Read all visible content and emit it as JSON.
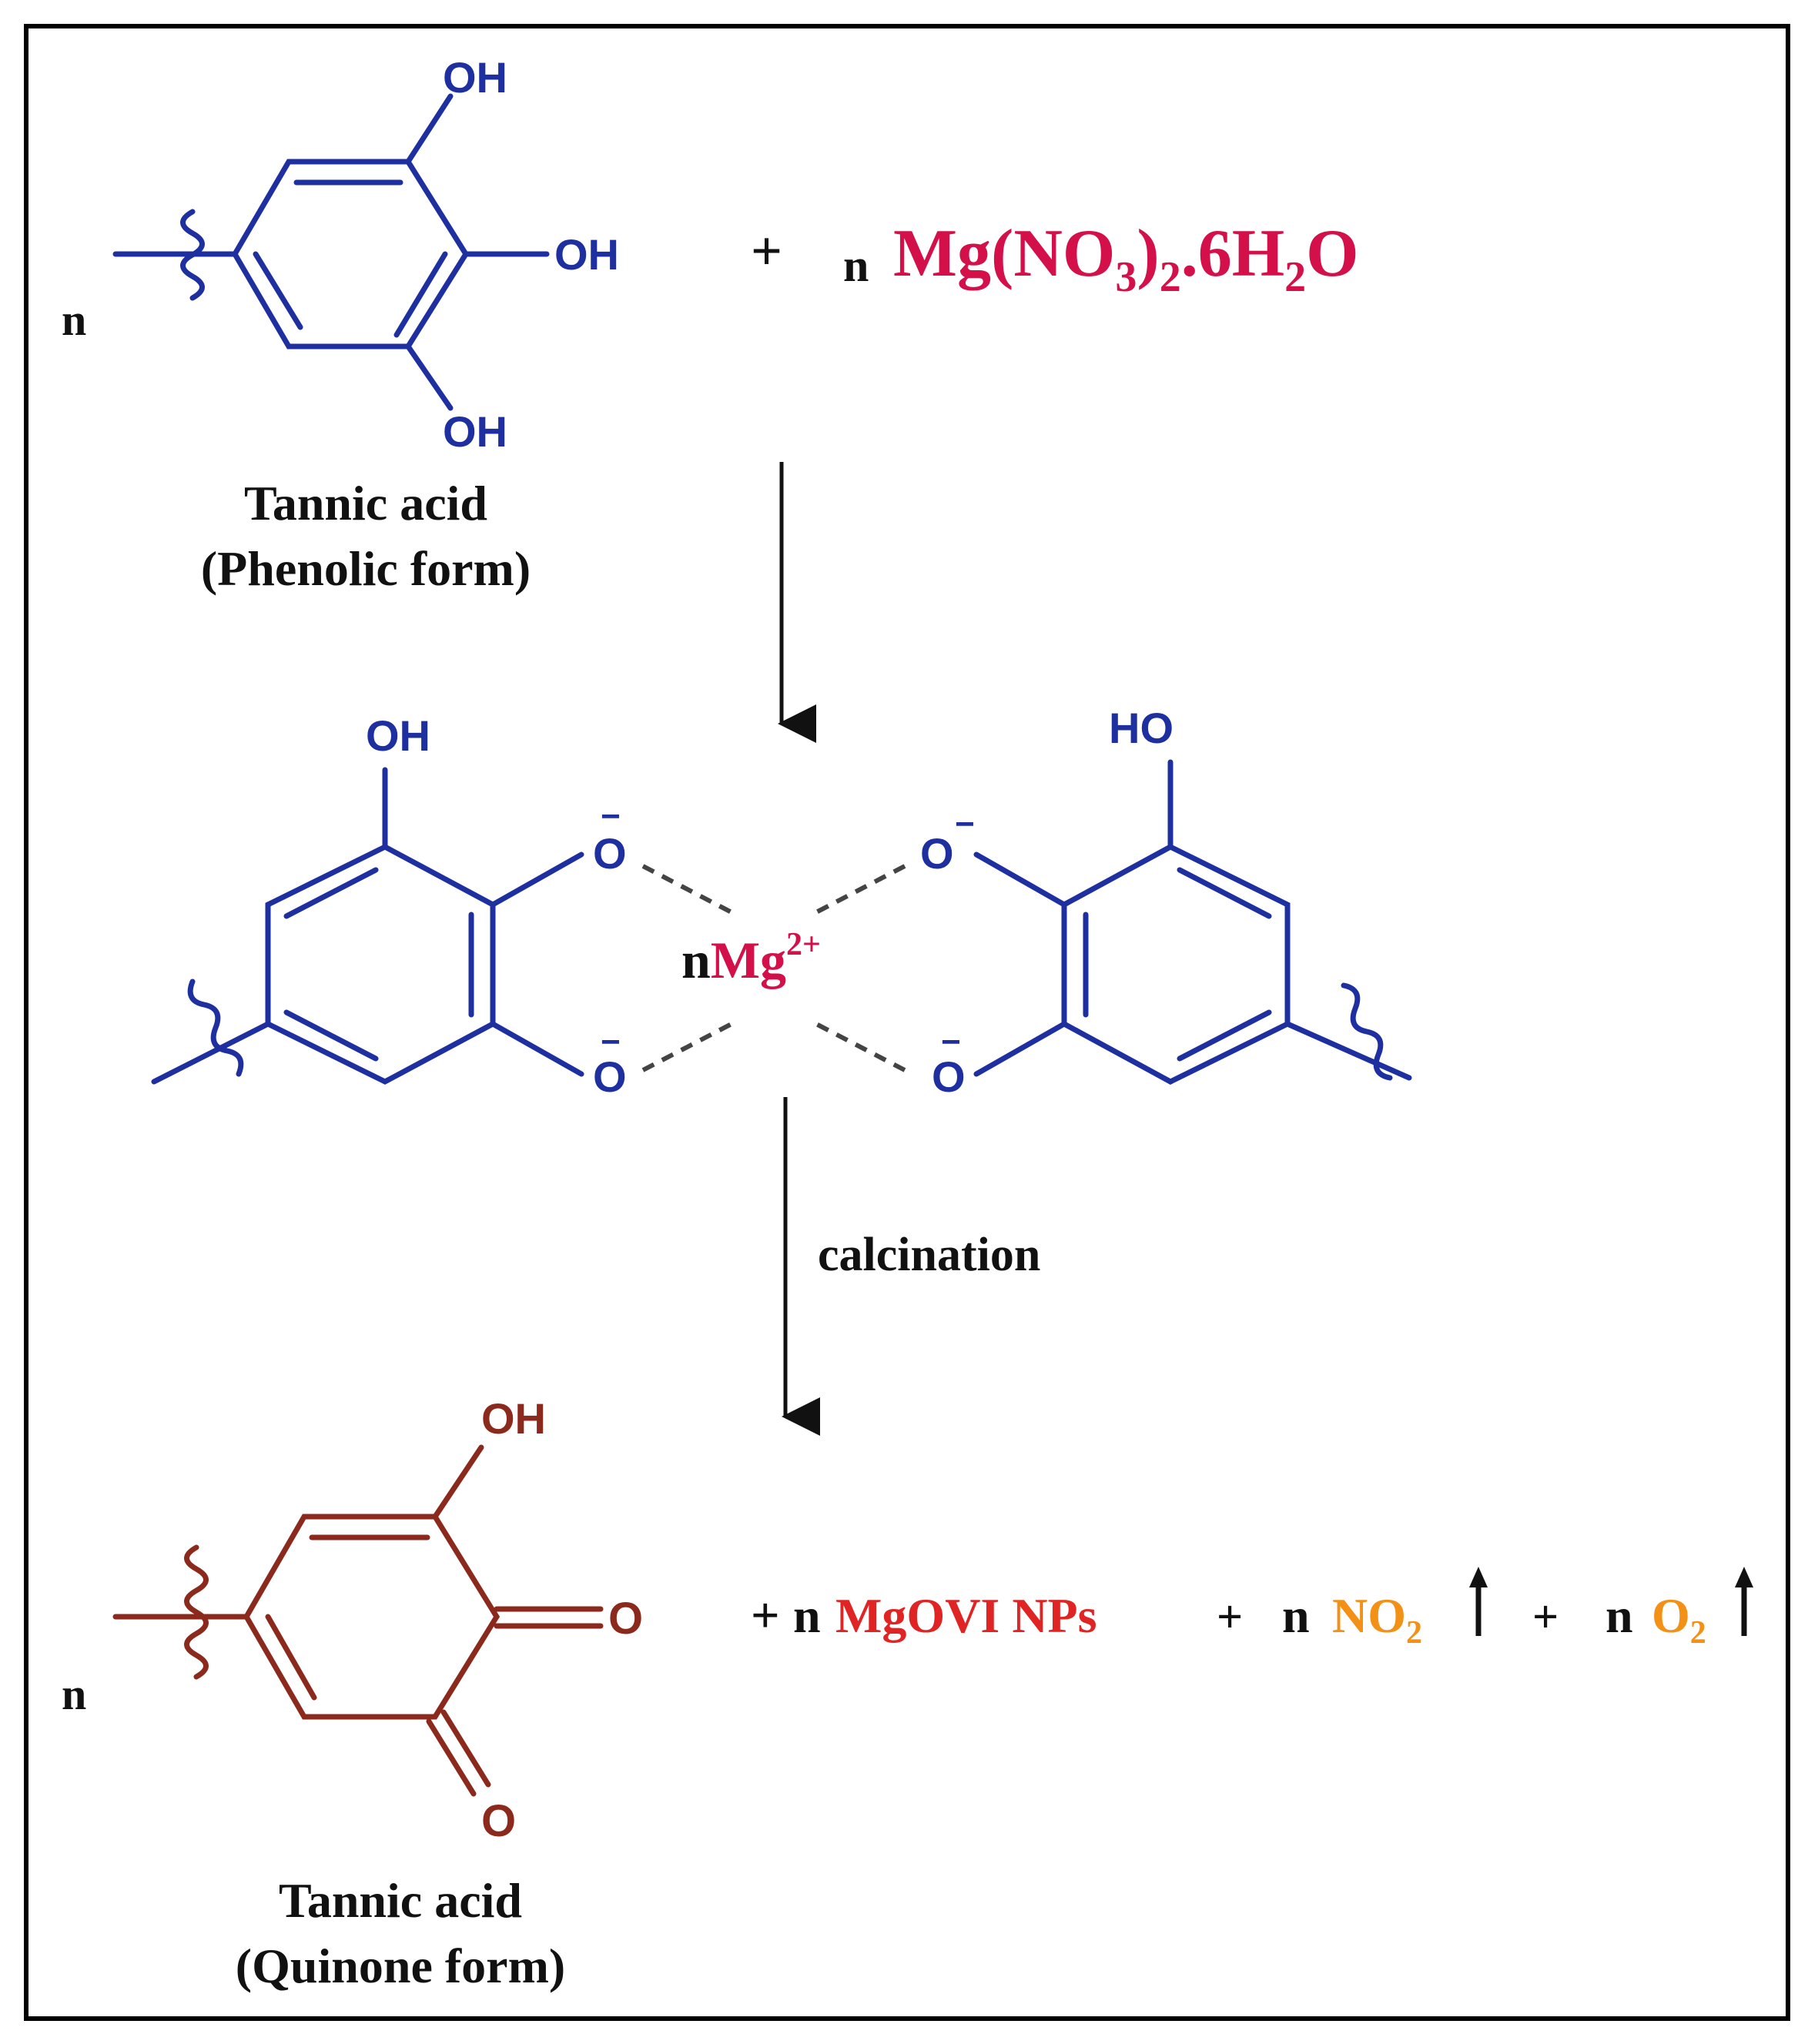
{
  "colors": {
    "frame": "#000000",
    "blue": "#1e2fa0",
    "brown": "#8b2a1c",
    "magenta": "#d4104a",
    "red": "#e02424",
    "orange": "#f39016",
    "black": "#111111"
  },
  "reactants": {
    "tannic_acid_phenolic": {
      "coefficient": "n",
      "groups": {
        "oh_top": "OH",
        "oh_right": "OH",
        "oh_bottom": "OH"
      },
      "name": "Tannic acid",
      "form": "(Phenolic form)"
    },
    "plus": "+",
    "salt": {
      "coefficient": "n",
      "formula_part1": "Mg(NO",
      "sub1": "3",
      "formula_part2": ")",
      "sub2": "2",
      "formula_part3": ".6H",
      "sub3": "2",
      "formula_part4": "O"
    }
  },
  "complex": {
    "left_oh": "OH",
    "right_ho": "HO",
    "oxygen": "O",
    "charge": "−",
    "coefficient": "n",
    "metal": "Mg",
    "metal_charge": "2+"
  },
  "step2_label": "calcination",
  "products": {
    "tannic_acid_quinone": {
      "coefficient": "n",
      "groups": {
        "oh_top": "OH",
        "o_right": "O",
        "o_bottom": "O"
      },
      "name": "Tannic acid",
      "form": "(Quinone form)"
    },
    "plus_1": "+",
    "coef_1": "n",
    "nanoparticles": "MgOVI NPs",
    "plus_2": "+",
    "coef_2": "n",
    "no2_main": "NO",
    "no2_sub": "2",
    "plus_3": "+",
    "coef_3": "n",
    "o2_main": "O",
    "o2_sub": "2"
  }
}
